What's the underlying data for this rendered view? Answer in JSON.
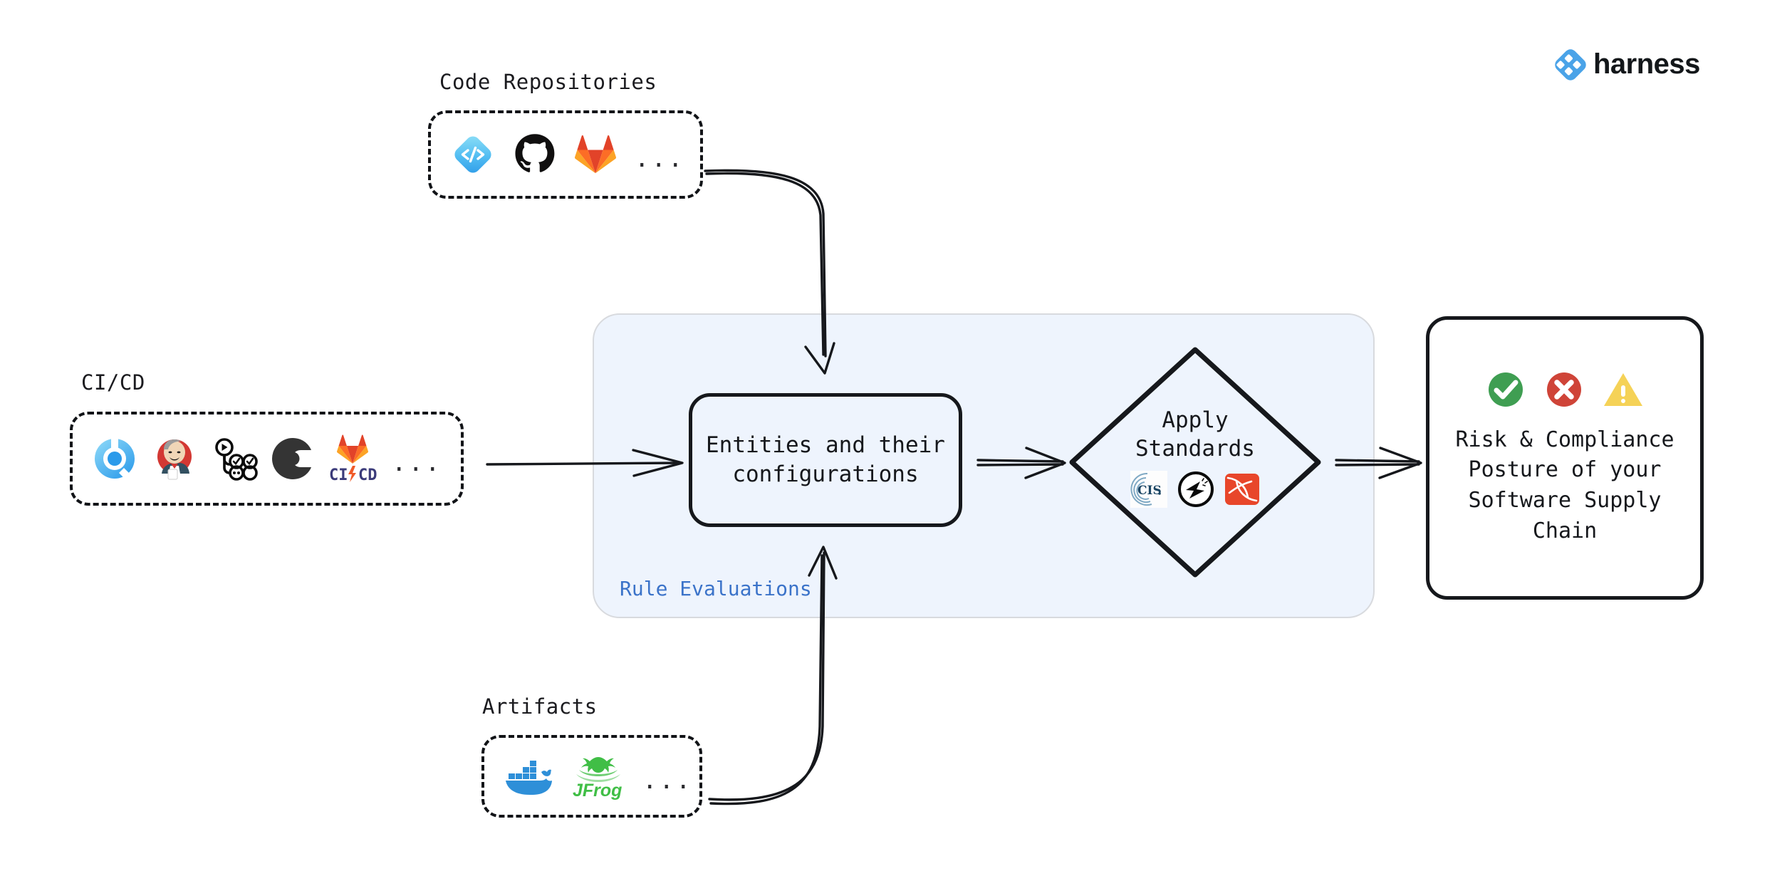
{
  "brand": {
    "name": "harness",
    "logo_icon": "harness-diamond-logo-icon",
    "accent_color": "#4AA3E8"
  },
  "colors": {
    "panel_background": "#eef4fd",
    "panel_border": "#d8dade",
    "panel_label": "#3b73c9",
    "stroke": "#16181c",
    "status_pass": "#3f9e52",
    "status_fail": "#cf4438",
    "status_warn": "#f5d257"
  },
  "sources": [
    {
      "id": "code-repositories",
      "label": "Code Repositories",
      "overflow": "...",
      "tools": [
        {
          "name": "Harness Code Repository",
          "icon": "harness-code-icon"
        },
        {
          "name": "GitHub",
          "icon": "github-icon"
        },
        {
          "name": "GitLab",
          "icon": "gitlab-icon"
        }
      ]
    },
    {
      "id": "ci-cd",
      "label": "CI/CD",
      "overflow": "...",
      "tools": [
        {
          "name": "Harness CI/CD",
          "icon": "harness-ci-icon"
        },
        {
          "name": "Jenkins",
          "icon": "jenkins-icon"
        },
        {
          "name": "GitHub Actions",
          "icon": "github-actions-icon"
        },
        {
          "name": "CircleCI",
          "icon": "circleci-icon"
        },
        {
          "name": "GitLab CI/CD",
          "icon": "gitlab-cicd-icon",
          "caption": "CI CD"
        }
      ]
    },
    {
      "id": "artifacts",
      "label": "Artifacts",
      "overflow": "...",
      "tools": [
        {
          "name": "Docker",
          "icon": "docker-icon"
        },
        {
          "name": "JFrog",
          "icon": "jfrog-icon",
          "caption": "JFrog"
        }
      ]
    }
  ],
  "rule_panel": {
    "label": "Rule Evaluations",
    "entities_node": {
      "text": "Entities and their\nconfigurations"
    },
    "standards_node": {
      "text": "Apply\nStandards",
      "standards": [
        {
          "name": "CIS",
          "icon": "cis-icon",
          "caption": "CIS."
        },
        {
          "name": "OWASP",
          "icon": "owasp-icon"
        },
        {
          "name": "SLSA",
          "icon": "slsa-icon"
        }
      ]
    }
  },
  "result": {
    "text": "Risk & Compliance\nPosture of your\nSoftware Supply\nChain",
    "status_icons": [
      {
        "name": "pass",
        "icon": "check-circle-icon"
      },
      {
        "name": "fail",
        "icon": "x-circle-icon"
      },
      {
        "name": "warning",
        "icon": "warning-triangle-icon"
      }
    ]
  },
  "connections": [
    {
      "from": "code-repositories",
      "to": "entities-node",
      "style": "curved-arrow"
    },
    {
      "from": "ci-cd",
      "to": "entities-node",
      "style": "straight-arrow"
    },
    {
      "from": "artifacts",
      "to": "entities-node",
      "style": "curved-arrow"
    },
    {
      "from": "entities-node",
      "to": "standards-node",
      "style": "double-line-arrow"
    },
    {
      "from": "standards-node",
      "to": "result",
      "style": "double-line-arrow"
    }
  ]
}
